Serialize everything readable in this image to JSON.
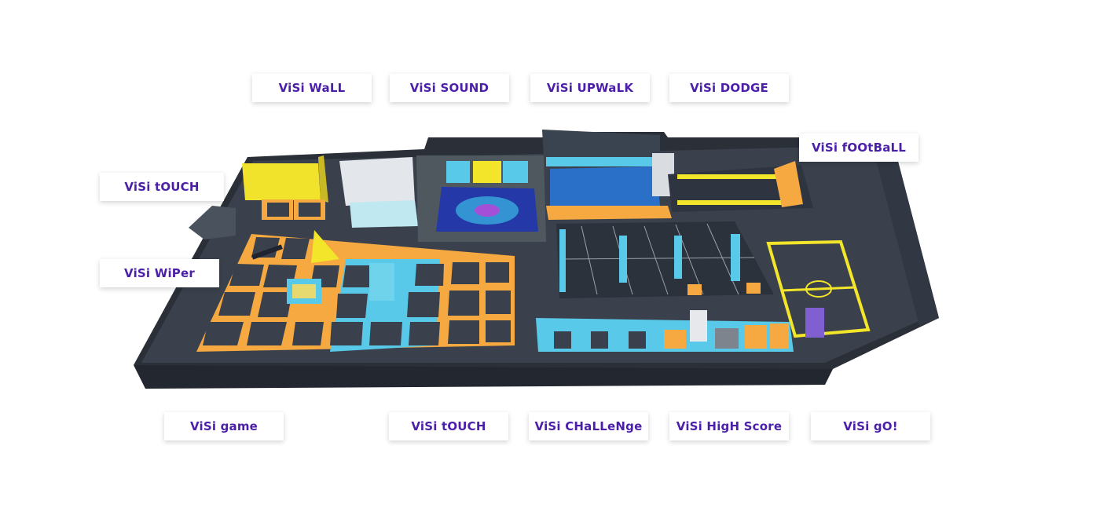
{
  "labels": {
    "visi_wall": "ViSi WaLL",
    "visi_sound": "ViSi SOUND",
    "visi_upwalk": "ViSi UPWaLK",
    "visi_dodge": "ViSi DODGE",
    "visi_football": "ViSi fOOtBaLL",
    "visi_touch_left": "ViSi tOUCH",
    "visi_wiper": "ViSi WiPer",
    "visi_game": "ViSi game",
    "visi_touch_bottom": "ViSi tOUCH",
    "visi_challenge": "ViSi CHaLLeNge",
    "visi_high_score": "ViSi HigH Score",
    "visi_go": "ViSi gO!"
  },
  "colors": {
    "label_text": "#4b1fa8",
    "floor": "#2f3540",
    "wall": "#3c4450",
    "orange": "#f5a940",
    "cyan": "#58c9e8",
    "yellow": "#f2e52a"
  }
}
